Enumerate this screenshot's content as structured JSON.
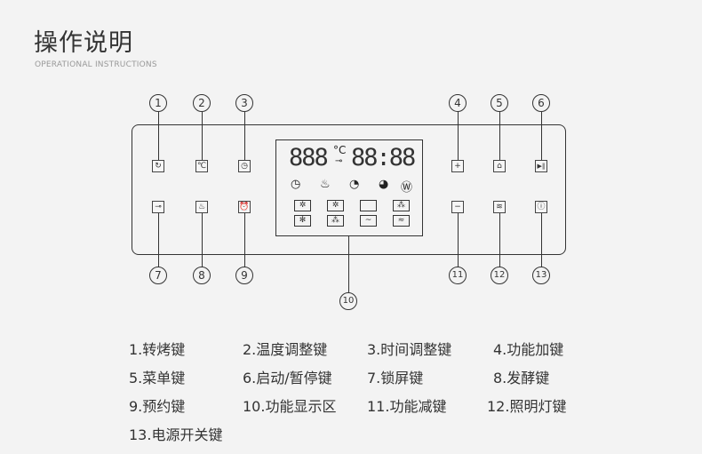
{
  "header": {
    "title": "操作说明",
    "subtitle": "OPERATIONAL INSTRUCTIONS"
  },
  "display": {
    "temp_digits": "888",
    "unit": "°C",
    "lock_icon": "key-icon",
    "time_digits": "88:88",
    "status_icons": [
      "clock-icon",
      "steam-icon",
      "timer-icon",
      "delay-icon",
      "heat-icon"
    ],
    "mode_icons": [
      "fan-grill",
      "fan",
      "top-bottom",
      "fan-only",
      "defrost",
      "bottom-fan",
      "top-heat",
      "grill"
    ]
  },
  "buttons": [
    {
      "n": "1",
      "icon": "↻"
    },
    {
      "n": "2",
      "icon": "℃"
    },
    {
      "n": "3",
      "icon": "◷"
    },
    {
      "n": "4",
      "icon": "+"
    },
    {
      "n": "5",
      "icon": "⌂"
    },
    {
      "n": "6",
      "icon": "▶‖"
    },
    {
      "n": "7",
      "icon": "⊸"
    },
    {
      "n": "8",
      "icon": "♨"
    },
    {
      "n": "9",
      "icon": "⏰"
    },
    {
      "n": "11",
      "icon": "−"
    },
    {
      "n": "12",
      "icon": "≋"
    },
    {
      "n": "13",
      "icon": "ⓘ"
    }
  ],
  "callout_10": "10",
  "legend": [
    "1.转烤键",
    "2.温度调整键",
    "3.时间调整键",
    "4.功能加键",
    "5.菜单键",
    "6.启动/暂停键",
    "7.锁屏键",
    "8.发酵键",
    "9.预约键",
    "10.功能显示区",
    "11.功能减键",
    "12.照明灯键",
    "13.电源开关键"
  ]
}
